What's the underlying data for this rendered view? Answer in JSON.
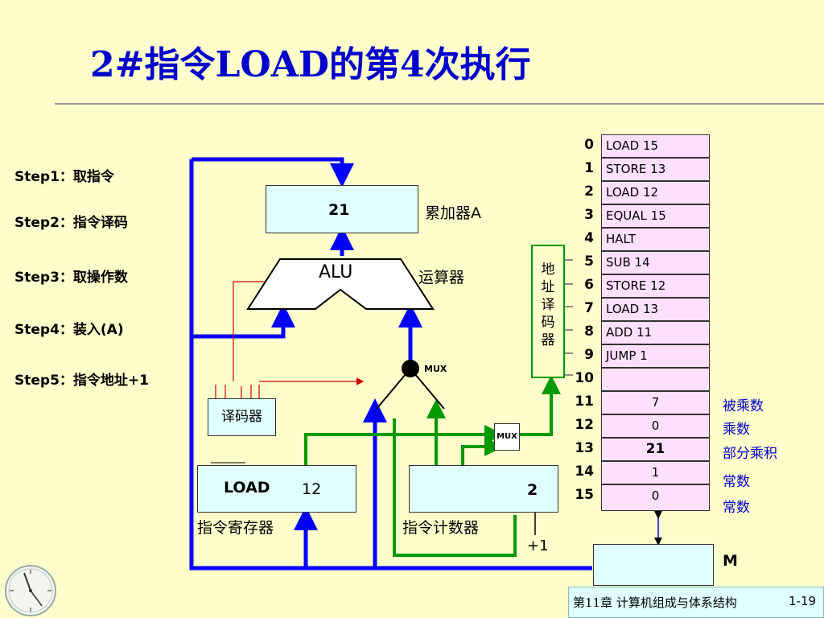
{
  "title": "2#指令LOAD的第4次执行",
  "steps": [
    "Step1：取指令",
    "Step2：指令译码",
    "Step3：取操作数",
    "Step4：装入(A)",
    "Step5：指令地址+1"
  ],
  "accumulator": {
    "value": "21",
    "label": "累加器A"
  },
  "alu": {
    "text": "ALU",
    "label": "运算器"
  },
  "mux_top": "MUX",
  "mux_small": "MUX",
  "decoder": "译码器",
  "addr_decoder": [
    "地",
    "址",
    "译",
    "码",
    "器"
  ],
  "ir": {
    "op": "LOAD",
    "addr": "12",
    "label": "指令寄存器"
  },
  "pc": {
    "value": "2",
    "label": "指令计数器",
    "inc": "+1"
  },
  "memory": {
    "label": "M",
    "cells": [
      {
        "index": "0",
        "content": "LOAD    15"
      },
      {
        "index": "1",
        "content": "STORE   13"
      },
      {
        "index": "2",
        "content": "LOAD    12"
      },
      {
        "index": "3",
        "content": "EQUAL   15"
      },
      {
        "index": "4",
        "content": "HALT"
      },
      {
        "index": "5",
        "content": "SUB      14"
      },
      {
        "index": "6",
        "content": "STORE   12"
      },
      {
        "index": "7",
        "content": "LOAD    13"
      },
      {
        "index": "8",
        "content": "ADD      11"
      },
      {
        "index": "9",
        "content": "JUMP     1"
      },
      {
        "index": "10",
        "content": ""
      },
      {
        "index": "11",
        "content": "7"
      },
      {
        "index": "12",
        "content": "0"
      },
      {
        "index": "13",
        "content": "21"
      },
      {
        "index": "14",
        "content": "1"
      },
      {
        "index": "15",
        "content": "0"
      }
    ],
    "annotations": [
      {
        "text": "被乘数"
      },
      {
        "text": "乘数"
      },
      {
        "text": "部分乘积"
      },
      {
        "text": "常数"
      },
      {
        "text": "常数"
      }
    ]
  },
  "footer": {
    "text": "第11章 计算机组成与体系结构",
    "page": "1-19"
  },
  "colors": {
    "bus_blue": "#0000FF",
    "bus_green": "#009900",
    "control_red": "#CC0000",
    "title_blue": "#0000CC"
  }
}
